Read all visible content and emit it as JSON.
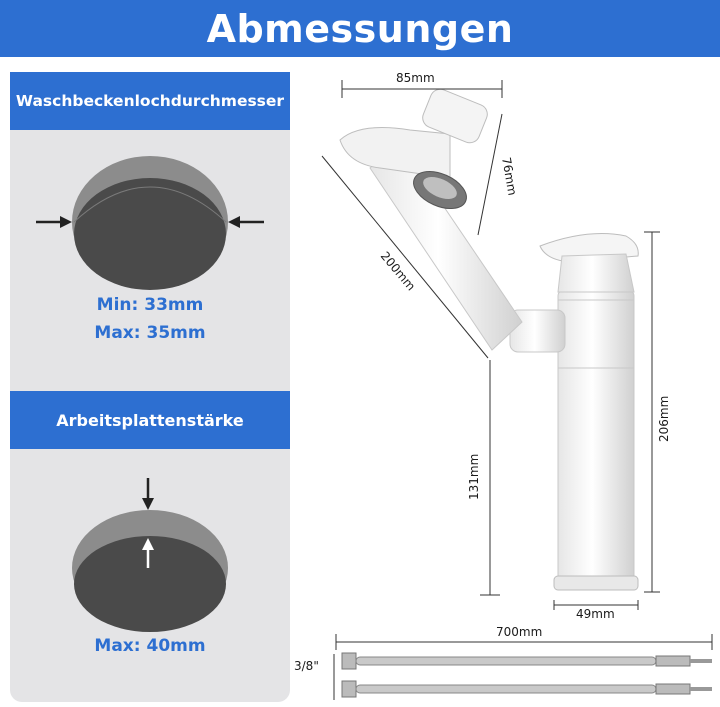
{
  "title": "Abmessungen",
  "sink_hole": {
    "header": "Waschbeckenlochdurchmesser",
    "min": "Min: 33mm",
    "max": "Max: 35mm"
  },
  "countertop": {
    "header": "Arbeitsplattenstärke",
    "max": "Max: 40mm"
  },
  "dimensions": {
    "spout_width": "85mm",
    "head_height": "76mm",
    "arm_length": "200mm",
    "spout_height": "131mm",
    "total_height": "206mm",
    "base_diameter": "49mm",
    "hose_length": "700mm",
    "hose_thread": "3/8\""
  },
  "colors": {
    "accent": "#2d6fd1",
    "panel": "#e4e4e6",
    "hole": "#4a4a4a",
    "rim": "#8c8c8c"
  }
}
